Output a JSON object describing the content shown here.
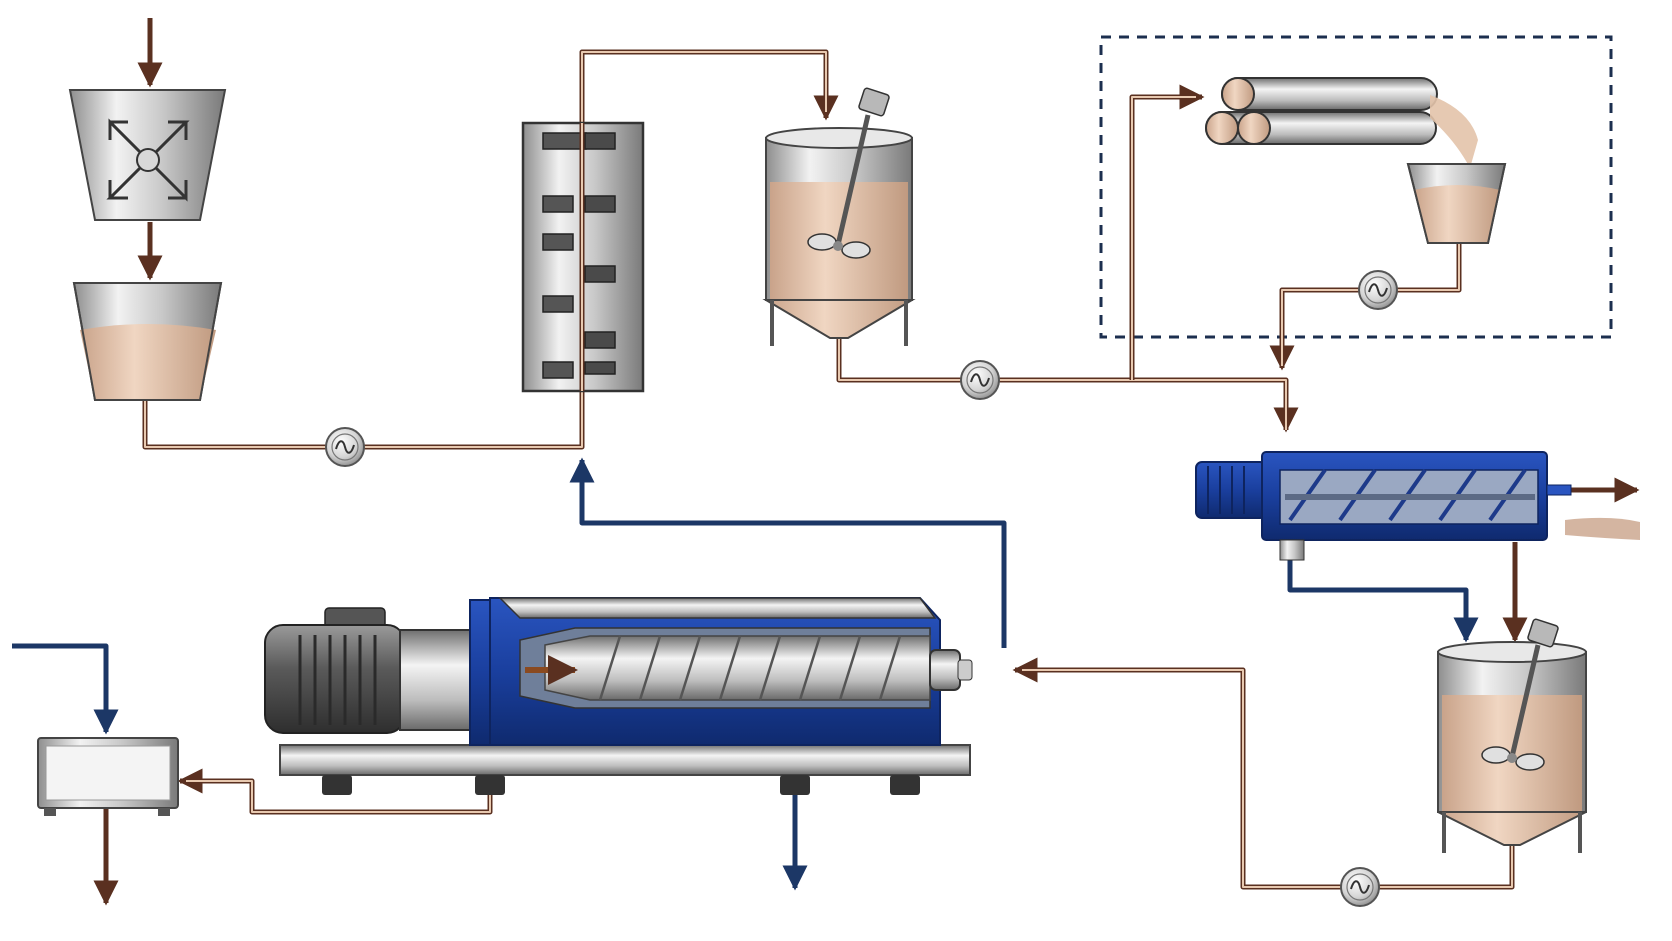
{
  "diagram": {
    "type": "process-flow",
    "components": [
      {
        "id": "mill",
        "name": "crusher-hopper",
        "icon": "crusher-icon"
      },
      {
        "id": "feed_hopper",
        "name": "feed-hopper",
        "icon": "hopper-icon"
      },
      {
        "id": "pump_1",
        "name": "feed-pump",
        "icon": "pump-icon"
      },
      {
        "id": "heat_exchanger",
        "name": "heat-exchanger",
        "icon": "heat-exchanger-icon"
      },
      {
        "id": "mixing_tank_1",
        "name": "malaxing-tank",
        "icon": "agitator-tank-icon"
      },
      {
        "id": "pump_2",
        "name": "transfer-pump",
        "icon": "pump-icon"
      },
      {
        "id": "roller_unit",
        "name": "roller-unit",
        "icon": "roller-icon"
      },
      {
        "id": "roller_hopper",
        "name": "roller-hopper",
        "icon": "hopper-icon"
      },
      {
        "id": "pump_3",
        "name": "return-pump",
        "icon": "pump-icon"
      },
      {
        "id": "screw_press",
        "name": "screw-press",
        "icon": "screw-press-icon"
      },
      {
        "id": "mixing_tank_2",
        "name": "second-agitator-tank",
        "icon": "agitator-tank-icon"
      },
      {
        "id": "pump_4",
        "name": "decanter-feed-pump",
        "icon": "pump-icon"
      },
      {
        "id": "decanter",
        "name": "decanter-centrifuge",
        "icon": "decanter-icon"
      },
      {
        "id": "collector",
        "name": "collection-tank",
        "icon": "tank-icon"
      }
    ],
    "streams": [
      {
        "from": "inlet",
        "to": "mill",
        "type": "product"
      },
      {
        "from": "mill",
        "to": "feed_hopper",
        "type": "product"
      },
      {
        "from": "feed_hopper",
        "to": "heat_exchanger",
        "via": "pump_1",
        "type": "product"
      },
      {
        "from": "heat_exchanger",
        "to": "mixing_tank_1",
        "type": "product"
      },
      {
        "from": "mixing_tank_1",
        "to": "screw_press",
        "via": "pump_2",
        "type": "product"
      },
      {
        "from": "mixing_tank_1",
        "to": "roller_unit",
        "type": "product"
      },
      {
        "from": "roller_unit",
        "to": "roller_hopper",
        "type": "product"
      },
      {
        "from": "roller_hopper",
        "to": "screw_press",
        "via": "pump_3",
        "type": "product"
      },
      {
        "from": "screw_press",
        "to": "outlet_solids",
        "type": "product"
      },
      {
        "from": "screw_press",
        "to": "mixing_tank_2",
        "type": "product"
      },
      {
        "from": "screw_press",
        "to": "mixing_tank_2",
        "type": "water"
      },
      {
        "from": "mixing_tank_2",
        "to": "decanter",
        "via": "pump_4",
        "type": "product"
      },
      {
        "from": "decanter",
        "to": "heat_exchanger",
        "type": "water"
      },
      {
        "from": "decanter",
        "to": "collector",
        "type": "product"
      },
      {
        "from": "decanter",
        "to": "outlet_bottom",
        "type": "water"
      },
      {
        "from": "water_inlet",
        "to": "collector",
        "type": "water"
      },
      {
        "from": "collector",
        "to": "outlet_collector",
        "type": "product"
      }
    ],
    "colors": {
      "product_line": "#6b3f2a",
      "product_line_light": "#e8c9b0",
      "water_line": "#1c3766",
      "dashed_box": "#1c2f4f",
      "decanter_blue": "#1a3f9e",
      "fill": "#e0c0a8"
    }
  }
}
